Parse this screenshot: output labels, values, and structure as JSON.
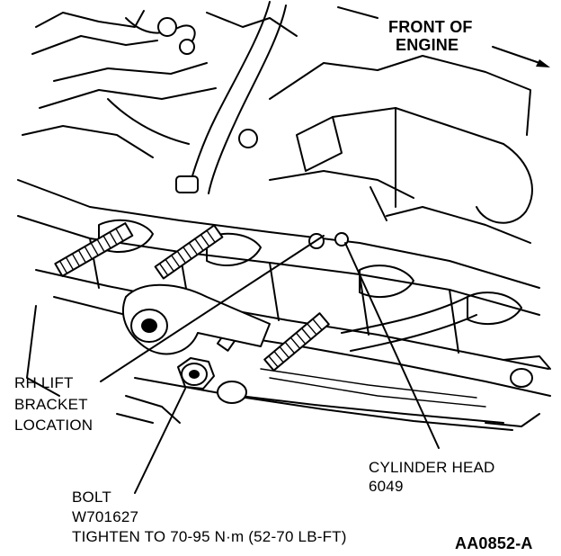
{
  "labels": {
    "front_line1": "FRONT OF",
    "front_line2": "ENGINE",
    "rh_line1": "RH LIFT",
    "rh_line2": "BRACKET",
    "rh_line3": "LOCATION",
    "cyl_line1": "CYLINDER HEAD",
    "cyl_line2": "6049",
    "bolt_line1": "BOLT",
    "bolt_line2": "W701627",
    "bolt_line3": "TIGHTEN TO 70-95 N·m (52-70 LB-FT)",
    "figure_id": "AA0852-A"
  },
  "colors": {
    "ink": "#000000",
    "paper": "#ffffff"
  }
}
